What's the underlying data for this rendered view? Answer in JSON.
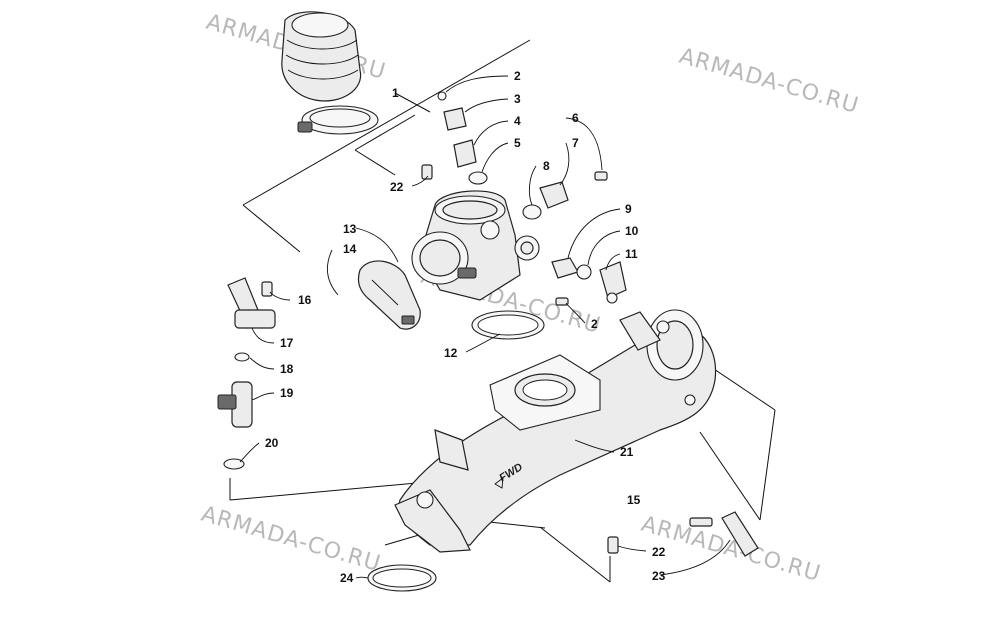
{
  "watermark": {
    "text": "ARMADA-CO.RU"
  },
  "body_marking": "FWD",
  "callouts": {
    "c1": "1",
    "c2a": "2",
    "c3": "3",
    "c4": "4",
    "c5": "5",
    "c6": "6",
    "c7": "7",
    "c8": "8",
    "c9": "9",
    "c10": "10",
    "c11": "11",
    "c2b": "2",
    "c12": "12",
    "c13": "13",
    "c14": "14",
    "c15": "15",
    "c16": "16",
    "c17": "17",
    "c18": "18",
    "c19": "19",
    "c20": "20",
    "c21": "21",
    "c22a": "22",
    "c22b": "22",
    "c23": "23",
    "c24": "24"
  }
}
